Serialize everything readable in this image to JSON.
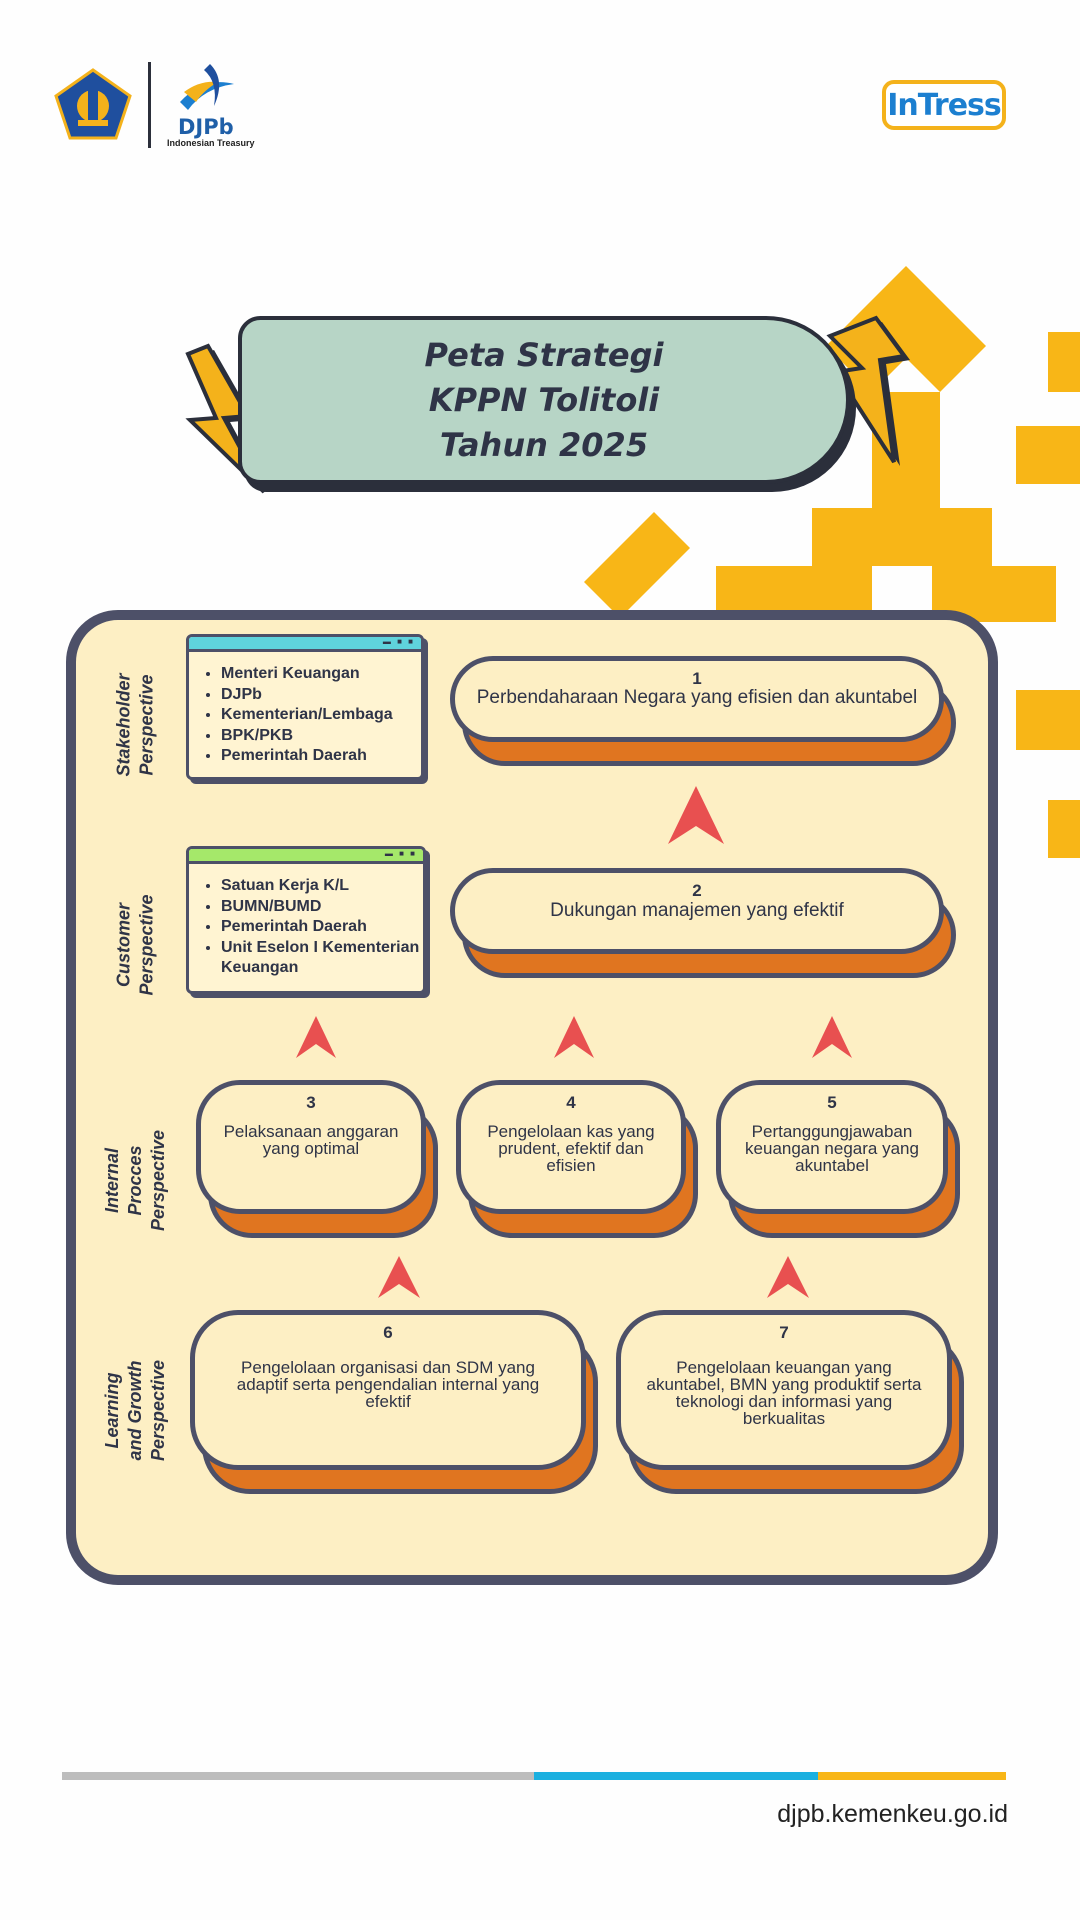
{
  "header": {
    "djpb_logo_text": "DJPb",
    "djpb_logo_subtitle": "Indonesian Treasury",
    "intress_logo_text": "InTress"
  },
  "title": {
    "line1": "Peta Strategi",
    "line2": "KPPN Tolitoli",
    "line3": "Tahun 2025"
  },
  "perspectives": {
    "stakeholder": "Stakeholder Perspective",
    "customer": "Customer Perspective",
    "internal": "Internal Procces Perspective",
    "learning": "Learning and Growth Perspective"
  },
  "stakeholder_list": [
    "Menteri Keuangan",
    "DJPb",
    "Kementerian/Lembaga",
    "BPK/PKB",
    "Pemerintah Daerah"
  ],
  "customer_list": [
    "Satuan Kerja K/L",
    "BUMN/BUMD",
    "Pemerintah Daerah",
    "Unit Eselon I Kementerian Keuangan"
  ],
  "objectives": [
    {
      "num": "1",
      "text": "Perbendaharaan Negara yang efisien dan akuntabel"
    },
    {
      "num": "2",
      "text": "Dukungan manajemen yang efektif"
    },
    {
      "num": "3",
      "text": "Pelaksanaan anggaran yang optimal"
    },
    {
      "num": "4",
      "text": "Pengelolaan kas yang prudent, efektif dan efisien"
    },
    {
      "num": "5",
      "text": "Pertanggungjawaban keuangan negara yang akuntabel"
    },
    {
      "num": "6",
      "text": "Pengelolaan organisasi dan SDM yang adaptif serta pengendalian internal yang efektif"
    },
    {
      "num": "7",
      "text": "Pengelolaan keuangan yang akuntabel, BMN yang produktif serta teknologi dan informasi yang berkualitas"
    }
  ],
  "footer": {
    "website": "djpb.kemenkeu.go.id"
  },
  "colors": {
    "panel_bg": "#fdefc4",
    "panel_border": "#4d5068",
    "node_shadow": "#e07520",
    "title_bg": "#b7d5c6",
    "accent_yellow": "#f8b617",
    "arrow_red": "#e85050",
    "stakeholder_bar": "#5fd3dc",
    "customer_bar": "#a5e86a",
    "footer_gray": "#bdbdbd",
    "footer_blue": "#1bb0e0",
    "footer_yellow": "#f8b617"
  }
}
